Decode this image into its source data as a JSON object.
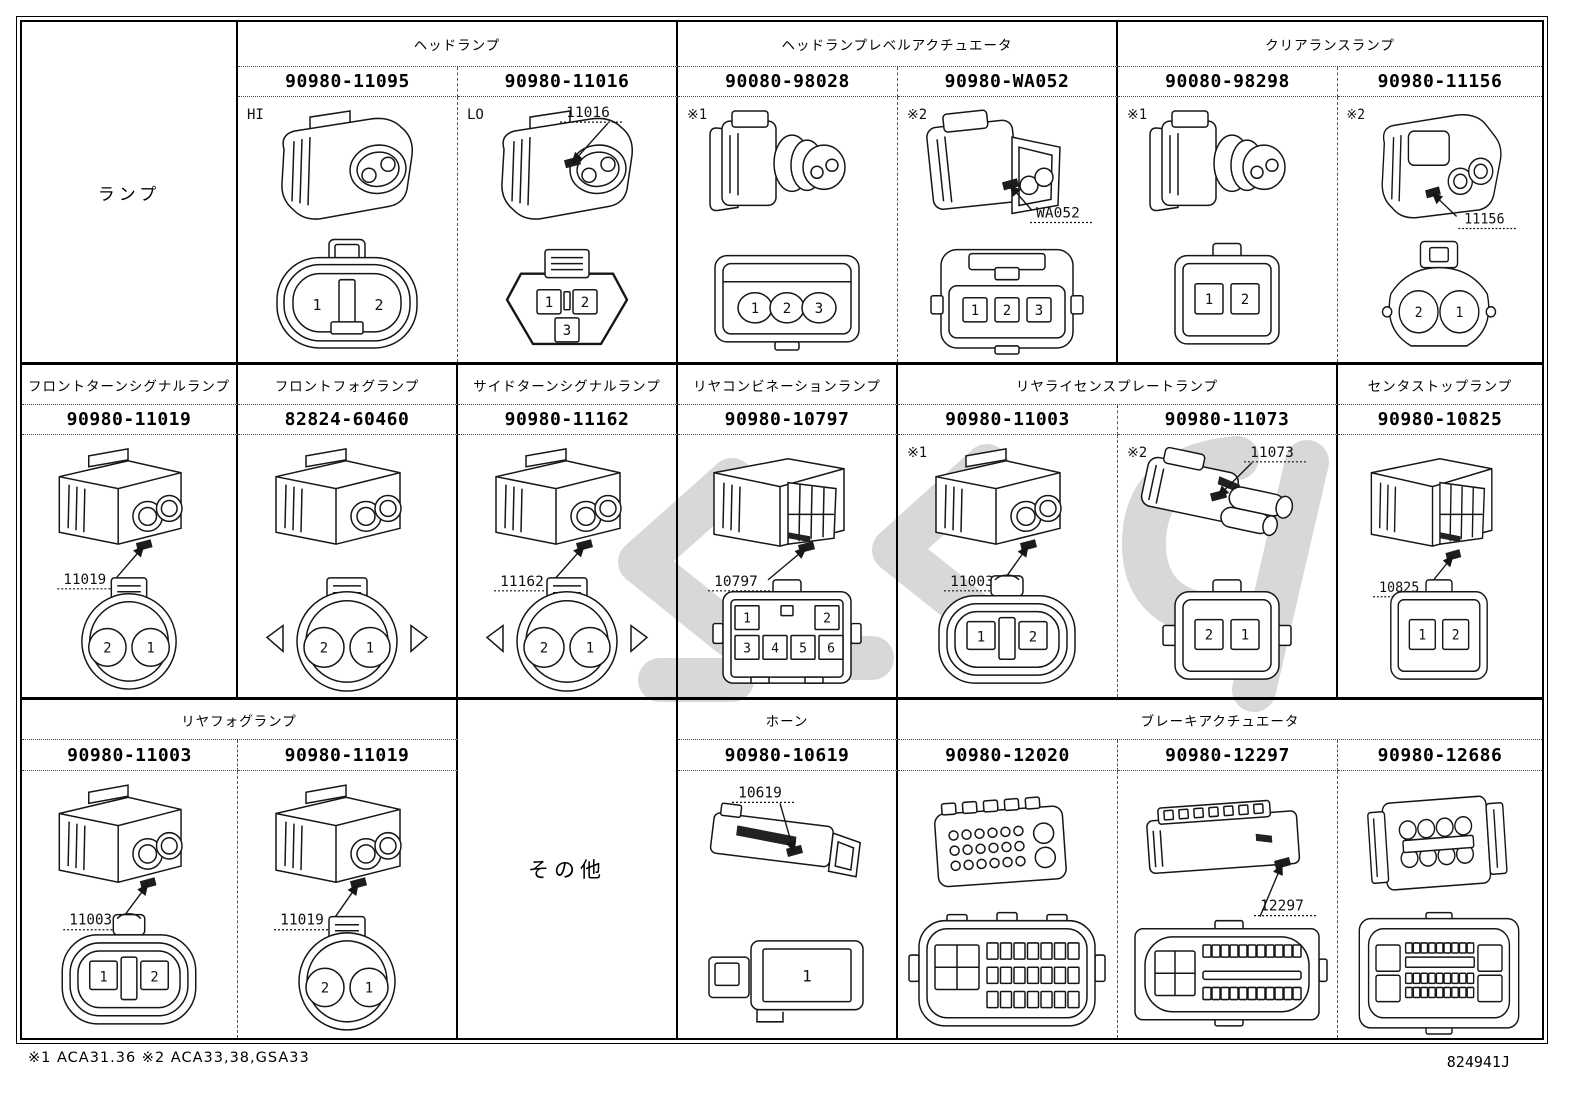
{
  "page": {
    "row_label": "ランプ",
    "other_label": "その他",
    "footnote": "※1 ACA31.36  ※2 ACA33,38,GSA33",
    "doc_number": "824941J"
  },
  "bands": [
    {
      "has_row_label": true,
      "groups": [
        {
          "title": "ヘッドランプ",
          "span": 2
        },
        {
          "title": "ヘッドランプレベルアクチュエータ",
          "span": 2
        },
        {
          "title": "クリアランスランプ",
          "span": 2
        }
      ],
      "cells": [
        {
          "part_number": "90980-11095",
          "marker": "HI",
          "connector": "lamp-oval-2pin",
          "front": {
            "type": "oval2",
            "pins": [
              "1",
              "2"
            ]
          }
        },
        {
          "part_number": "90980-11016",
          "marker": "LO",
          "callout": "11016",
          "connector": "lamp-round-3pin",
          "front": {
            "type": "tri3",
            "pins": [
              "1",
              "2",
              "3"
            ]
          }
        },
        {
          "part_number": "90080-98028",
          "marker": "※1",
          "connector": "actuator-ring-3pin",
          "front": {
            "type": "row3",
            "pins": [
              "1",
              "2",
              "3"
            ]
          }
        },
        {
          "part_number": "90980-WA052",
          "marker": "※2",
          "callout": "WA052",
          "connector": "socket-box-3pin",
          "front": {
            "type": "row3sq",
            "pins": [
              "1",
              "2",
              "3"
            ]
          }
        },
        {
          "part_number": "90080-98298",
          "marker": "※1",
          "connector": "actuator-ring-2pin",
          "front": {
            "type": "rect2",
            "pins": [
              "1",
              "2"
            ]
          }
        },
        {
          "part_number": "90980-11156",
          "marker": "※2",
          "callout": "11156",
          "connector": "lamp-wedge-2pin",
          "front": {
            "type": "circ2s",
            "pins": [
              "2",
              "1"
            ]
          }
        }
      ]
    },
    {
      "groups": [
        {
          "title": "フロントターンシグナルランプ",
          "span": 1
        },
        {
          "title": "フロントフォグランプ",
          "span": 1
        },
        {
          "title": "サイドターンシグナルランプ",
          "span": 1
        },
        {
          "title": "リヤコンビネーションランプ",
          "span": 1
        },
        {
          "title": "リヤライセンスプレートランプ",
          "span": 2
        },
        {
          "title": "センタストップランプ",
          "span": 1
        }
      ],
      "cells": [
        {
          "part_number": "90980-11019",
          "callout": "11019",
          "connector": "box-barrel-2pin",
          "front": {
            "type": "circ2",
            "pins": [
              "2",
              "1"
            ]
          }
        },
        {
          "part_number": "82824-60460",
          "connector": "box-barrel-2pin",
          "front": {
            "type": "circ2w",
            "pins": [
              "2",
              "1"
            ]
          }
        },
        {
          "part_number": "90980-11162",
          "callout": "11162",
          "connector": "box-barrel-2pin",
          "front": {
            "type": "circ2w",
            "pins": [
              "2",
              "1"
            ]
          }
        },
        {
          "part_number": "90980-10797",
          "callout": "10797",
          "connector": "male-grid-box",
          "front": {
            "type": "grid6",
            "pins": [
              "1",
              "2",
              "3",
              "4",
              "5",
              "6"
            ]
          }
        },
        {
          "part_number": "90980-11003",
          "marker": "※1",
          "callout": "11003",
          "connector": "box-barrel-2pin",
          "front": {
            "type": "oval2sq",
            "pins": [
              "1",
              "2"
            ]
          }
        },
        {
          "part_number": "90980-11073",
          "marker": "※2",
          "callout": "11073",
          "connector": "plug-cyl-2pin",
          "front": {
            "type": "rect2e",
            "pins": [
              "2",
              "1"
            ]
          }
        },
        {
          "part_number": "90980-10825",
          "callout": "10825",
          "connector": "socket-open-box",
          "front": {
            "type": "rect2",
            "pins": [
              "1",
              "2"
            ]
          }
        }
      ]
    },
    {
      "groups": [
        {
          "title": "リヤフォグランプ",
          "span": 2
        },
        {
          "title": "",
          "span": 1,
          "merged_other": true
        },
        {
          "title": "ホーン",
          "span": 1
        },
        {
          "title": "ブレーキアクチュエータ",
          "span": 3
        }
      ],
      "cells": [
        {
          "part_number": "90980-11003",
          "callout": "11003",
          "connector": "box-barrel-2pin",
          "front": {
            "type": "oval2sq",
            "pins": [
              "1",
              "2"
            ]
          }
        },
        {
          "part_number": "90980-11019",
          "callout": "11019",
          "connector": "box-barrel-2pin",
          "front": {
            "type": "circ2",
            "pins": [
              "2",
              "1"
            ]
          }
        },
        null,
        {
          "part_number": "90980-10619",
          "callout": "10619",
          "connector": "horn-flat",
          "front": {
            "type": "rect1",
            "pins": [
              "1"
            ]
          }
        },
        {
          "part_number": "90980-12020",
          "connector": "multi-pin-block",
          "front": {
            "type": "multiA",
            "pins": []
          }
        },
        {
          "part_number": "90980-12297",
          "callout": "12297",
          "connector": "multi-pin-block",
          "front": {
            "type": "multiB",
            "pins": []
          }
        },
        {
          "part_number": "90980-12686",
          "connector": "multi-pin-block",
          "front": {
            "type": "multiC",
            "pins": []
          }
        }
      ]
    }
  ]
}
